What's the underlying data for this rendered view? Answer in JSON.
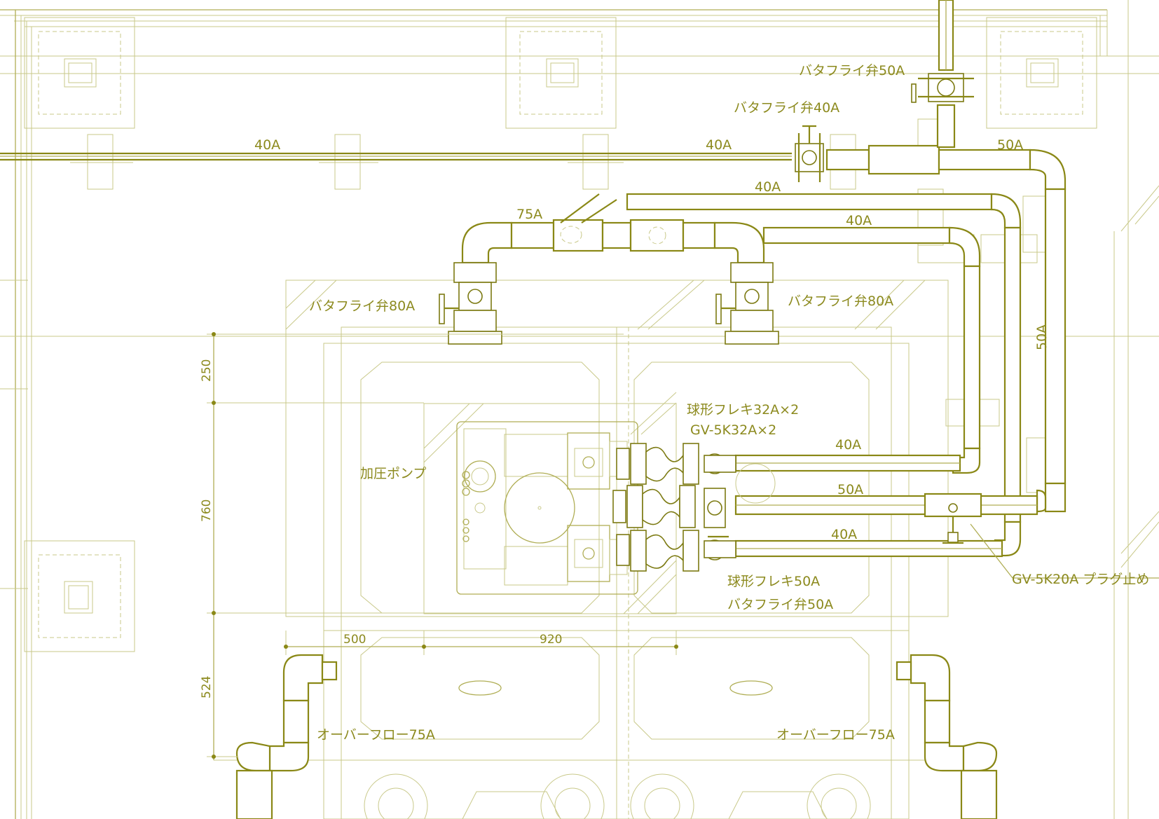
{
  "colors": {
    "line": "#8a8816",
    "light": "#c9c98a",
    "text": "#8c8a1e"
  },
  "labels": {
    "bv50_top": "バタフライ弁50A",
    "bv40": "バタフライ弁40A",
    "p40_left": "40A",
    "p40_mid": "40A",
    "p50_top": "50A",
    "p40_upper": "40A",
    "p75": "75A",
    "p40_second": "40A",
    "bv80_left": "バタフライ弁80A",
    "bv80_right": "バタフライ弁80A",
    "p50_vert": "50A",
    "flex32": "球形フレキ32A×2",
    "gv32": "GV-5K32A×2",
    "p40_row1": "40A",
    "pump": "加圧ポンプ",
    "p50_row2": "50A",
    "p40_row3": "40A",
    "gv20": "GV-5K20A プラグ止め",
    "flex50": "球形フレキ50A",
    "bv50_bottom": "バタフライ弁50A",
    "overflow_left": "オーバーフロー75A",
    "overflow_right": "オーバーフロー75A"
  },
  "dims": {
    "d250": "250",
    "d760": "760",
    "d524": "524",
    "d500": "500",
    "d920": "920"
  }
}
